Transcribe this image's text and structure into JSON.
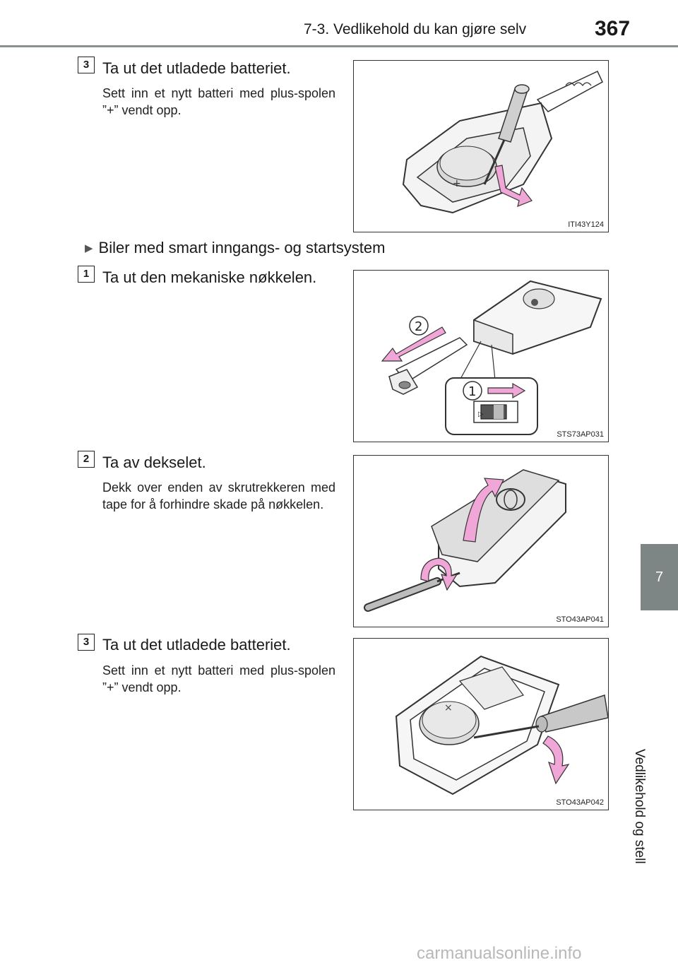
{
  "header": {
    "section_title": "7-3. Vedlikehold du kan gjøre selv",
    "page_number": "367"
  },
  "side_tab": {
    "chapter_number": "7",
    "chapter_label": "Vedlikehold og stell"
  },
  "steps_top": [
    {
      "number": "3",
      "title": "Ta ut det utladede batteriet.",
      "description": "Sett inn et nytt batteri med plus-spolen ”+” vendt opp.",
      "figure_code": "ITI43Y124"
    }
  ],
  "bullet": {
    "text": "Biler med smart inngangs- og startsystem"
  },
  "steps_smart": [
    {
      "number": "1",
      "title": "Ta ut den mekaniske nøkkelen.",
      "description": "",
      "figure_code": "STS73AP031",
      "callouts": [
        "2",
        "1"
      ]
    },
    {
      "number": "2",
      "title": "Ta av dekselet.",
      "description": "Dekk over enden av skrutrekkeren med tape for å forhindre skade på nøkkelen.",
      "figure_code": "STO43AP041"
    },
    {
      "number": "3",
      "title": "Ta ut det utladede batteriet.",
      "description": "Sett inn et nytt batteri med plus-spolen ”+” vendt opp.",
      "figure_code": "STO43AP042"
    }
  ],
  "watermark": "carmanualsonline.info",
  "colors": {
    "pink_arrow": "#f0a6d6",
    "side_tab": "#7e8585",
    "rule": "#8a8f8f"
  }
}
